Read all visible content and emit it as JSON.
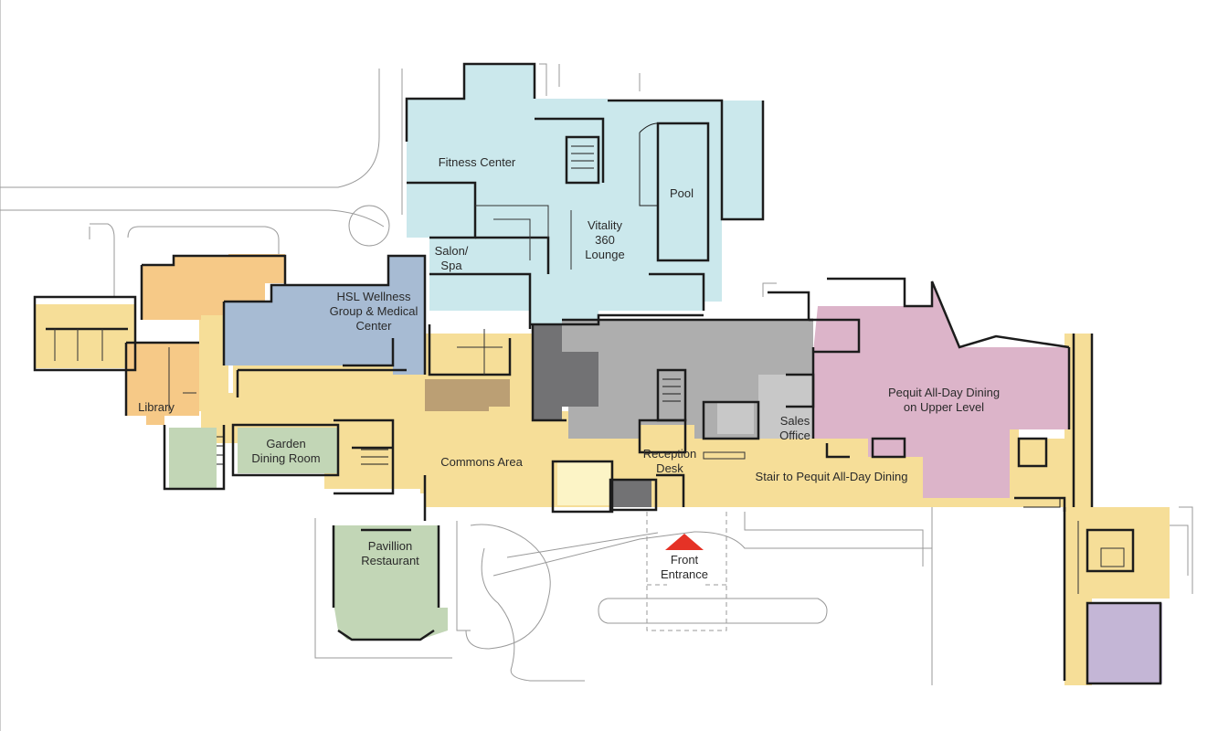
{
  "map": {
    "colors": {
      "fitness": "#cbe8ec",
      "wellness": "#a7bbd3",
      "circulation": "#f6de98",
      "library_wing": "#f6c987",
      "dining_green": "#c2d6b6",
      "pequit": "#dcb4c9",
      "reception_gray": "#aeaeae",
      "dark_gray": "#727274",
      "stage_brown": "#bb9f74",
      "pale_yellow": "#fcf4c6",
      "lavender": "#c4b6d6",
      "walls": "#1c1c1c",
      "site_lines": "#9a9a9a",
      "entrance_marker": "#e53226"
    },
    "labels": {
      "fitness_center": "Fitness Center",
      "pool": "Pool",
      "vitality_lounge": [
        "Vitality",
        "360",
        "Lounge"
      ],
      "salon_spa": [
        "Salon/",
        "Spa"
      ],
      "hsl_wellness": [
        "HSL Wellness",
        "Group & Medical",
        "Center"
      ],
      "library": "Library",
      "garden_dining": [
        "Garden",
        "Dining Room"
      ],
      "commons_area": "Commons Area",
      "reception_desk": [
        "Reception",
        "Desk"
      ],
      "sales_office": [
        "Sales",
        "Office"
      ],
      "pequit_dining": [
        "Pequit All-Day Dining",
        "on Upper Level"
      ],
      "stair_to_pequit": "Stair to Pequit All-Day Dining",
      "pavillion_restaurant": [
        "Pavillion",
        "Restaurant"
      ],
      "front_entrance": [
        "Front",
        "Entrance"
      ]
    },
    "icons": {
      "entrance_marker": "red-triangle-icon"
    }
  }
}
